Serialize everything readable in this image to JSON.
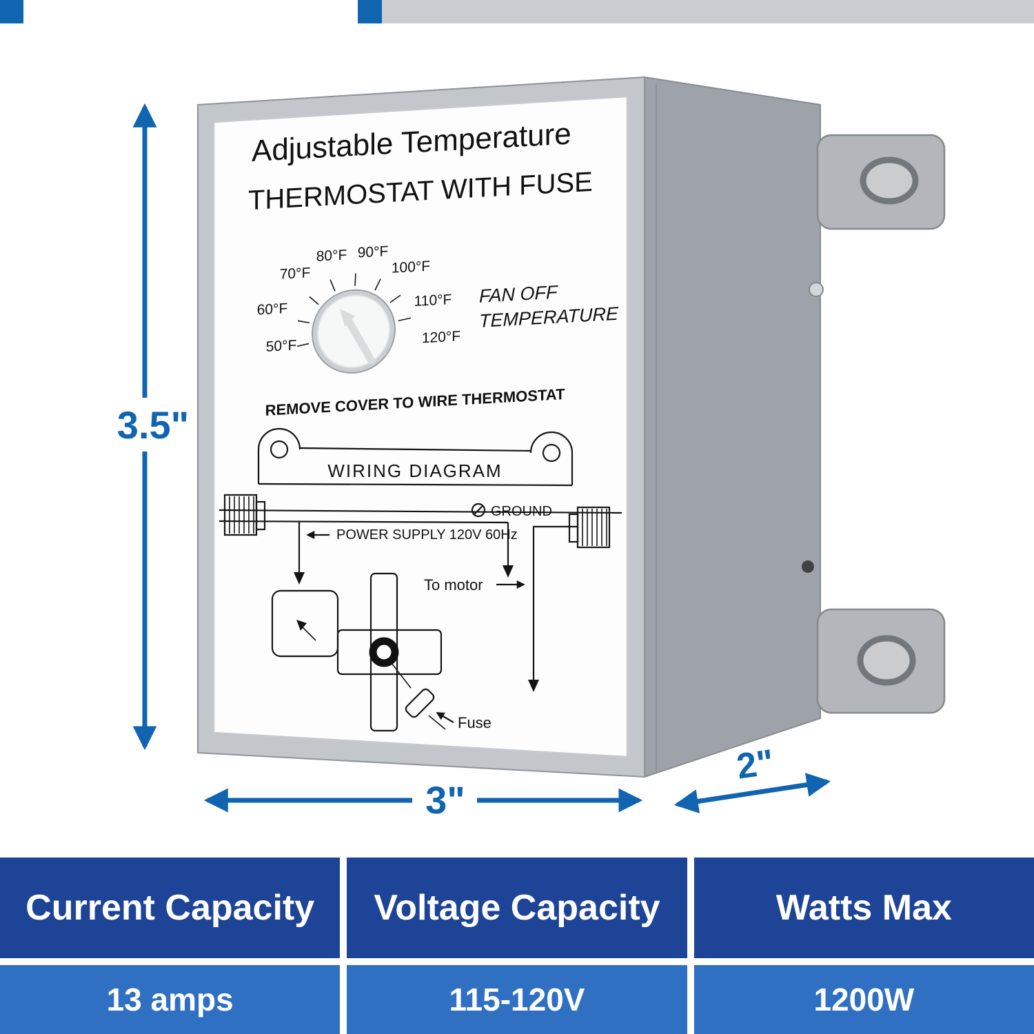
{
  "colors": {
    "accent": "#1164af",
    "top_bar": "#c9cdd1",
    "table_header_bg": "#1d4497",
    "table_value_bg": "#2f70c3",
    "ink": "#141414",
    "box_front": "#c3c7cb",
    "box_side": "#9da3a8",
    "box_top": "#d8dbdd"
  },
  "device": {
    "title_line1": "Adjustable Temperature",
    "title_line2": "THERMOSTAT WITH FUSE",
    "dial": {
      "labels": [
        "50°F",
        "60°F",
        "70°F",
        "80°F",
        "90°F",
        "100°F",
        "110°F",
        "120°F"
      ]
    },
    "fan_off": {
      "line1": "FAN OFF",
      "line2": "TEMPERATURE"
    },
    "remove_cover_note": "REMOVE COVER TO WIRE THERMOSTAT",
    "wiring": {
      "title": "WIRING DIAGRAM",
      "ground": "GROUND",
      "power_supply": "POWER SUPPLY 120V 60Hz",
      "to_motor": "To motor",
      "fuse": "Fuse"
    }
  },
  "dimensions": {
    "height_label": "3.5\"",
    "width_label": "3\"",
    "depth_label": "2\""
  },
  "spec_table": {
    "columns": [
      {
        "header": "Current Capacity",
        "value": "13 amps"
      },
      {
        "header": "Voltage Capacity",
        "value": "115-120V"
      },
      {
        "header": "Watts Max",
        "value": "1200W"
      }
    ]
  }
}
